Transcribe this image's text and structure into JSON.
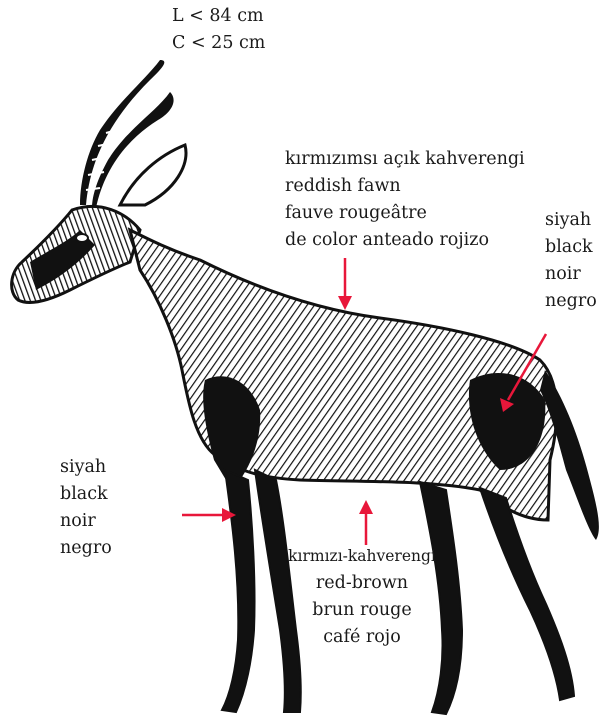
{
  "size": {
    "length": "L < 84 cm",
    "horn": "C < 25 cm"
  },
  "back_color": {
    "tr": "kırmızımsı açık kahverengi",
    "en": "reddish fawn",
    "fr": "fauve rougeâtre",
    "es": "de color anteado rojizo"
  },
  "rump_color": {
    "tr": "siyah",
    "en": "black",
    "fr": "noir",
    "es": "negro"
  },
  "leg_color": {
    "tr": "siyah",
    "en": "black",
    "fr": "noir",
    "es": "negro"
  },
  "belly_color": {
    "tr": "kırmızı-kahverengi",
    "en": "red-brown",
    "fr": "brun rouge",
    "es": "café rojo"
  },
  "colors": {
    "arrow": "#e8173a",
    "ink": "#111111"
  },
  "icons": {
    "animal": "antelope-illustration-icon"
  }
}
